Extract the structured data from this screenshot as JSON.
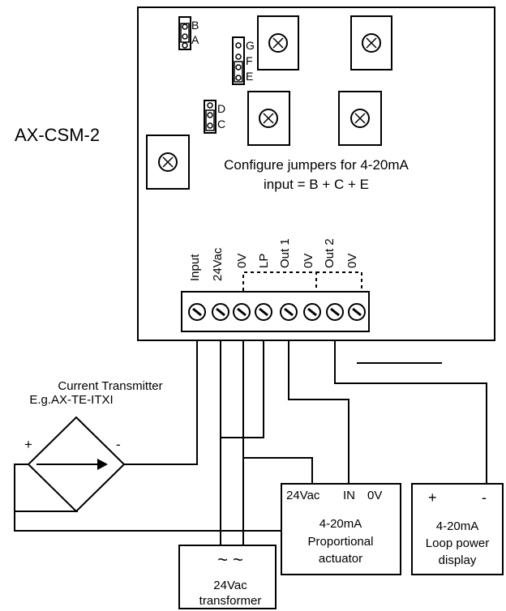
{
  "module": {
    "name": "AX-CSM-2",
    "instruction_line1": "Configure jumpers for 4-20mA",
    "instruction_line2": "input = B + C + E",
    "jumpers": {
      "b": "B",
      "a": "A",
      "g": "G",
      "f": "F",
      "e": "E",
      "d": "D",
      "c": "C"
    },
    "terminals": [
      "Input",
      "24Vac",
      "0V",
      "LP",
      "Out 1",
      "0V",
      "Out 2",
      "0V"
    ]
  },
  "transmitter": {
    "title": "Current Transmitter",
    "subtitle": "E.g.AX-TE-ITXI",
    "plus": "+",
    "minus": "-"
  },
  "transformer": {
    "symbol": "~ ~",
    "line1": "24Vac",
    "line2": "transformer"
  },
  "actuator": {
    "terminal_24vac": "24Vac",
    "terminal_in": "IN",
    "terminal_0v": "0V",
    "line1": "4-20mA",
    "line2": "Proportional",
    "line3": "actuator"
  },
  "display": {
    "plus": "+",
    "minus": "-",
    "line1": "4-20mA",
    "line2": "Loop power",
    "line3": "display"
  }
}
